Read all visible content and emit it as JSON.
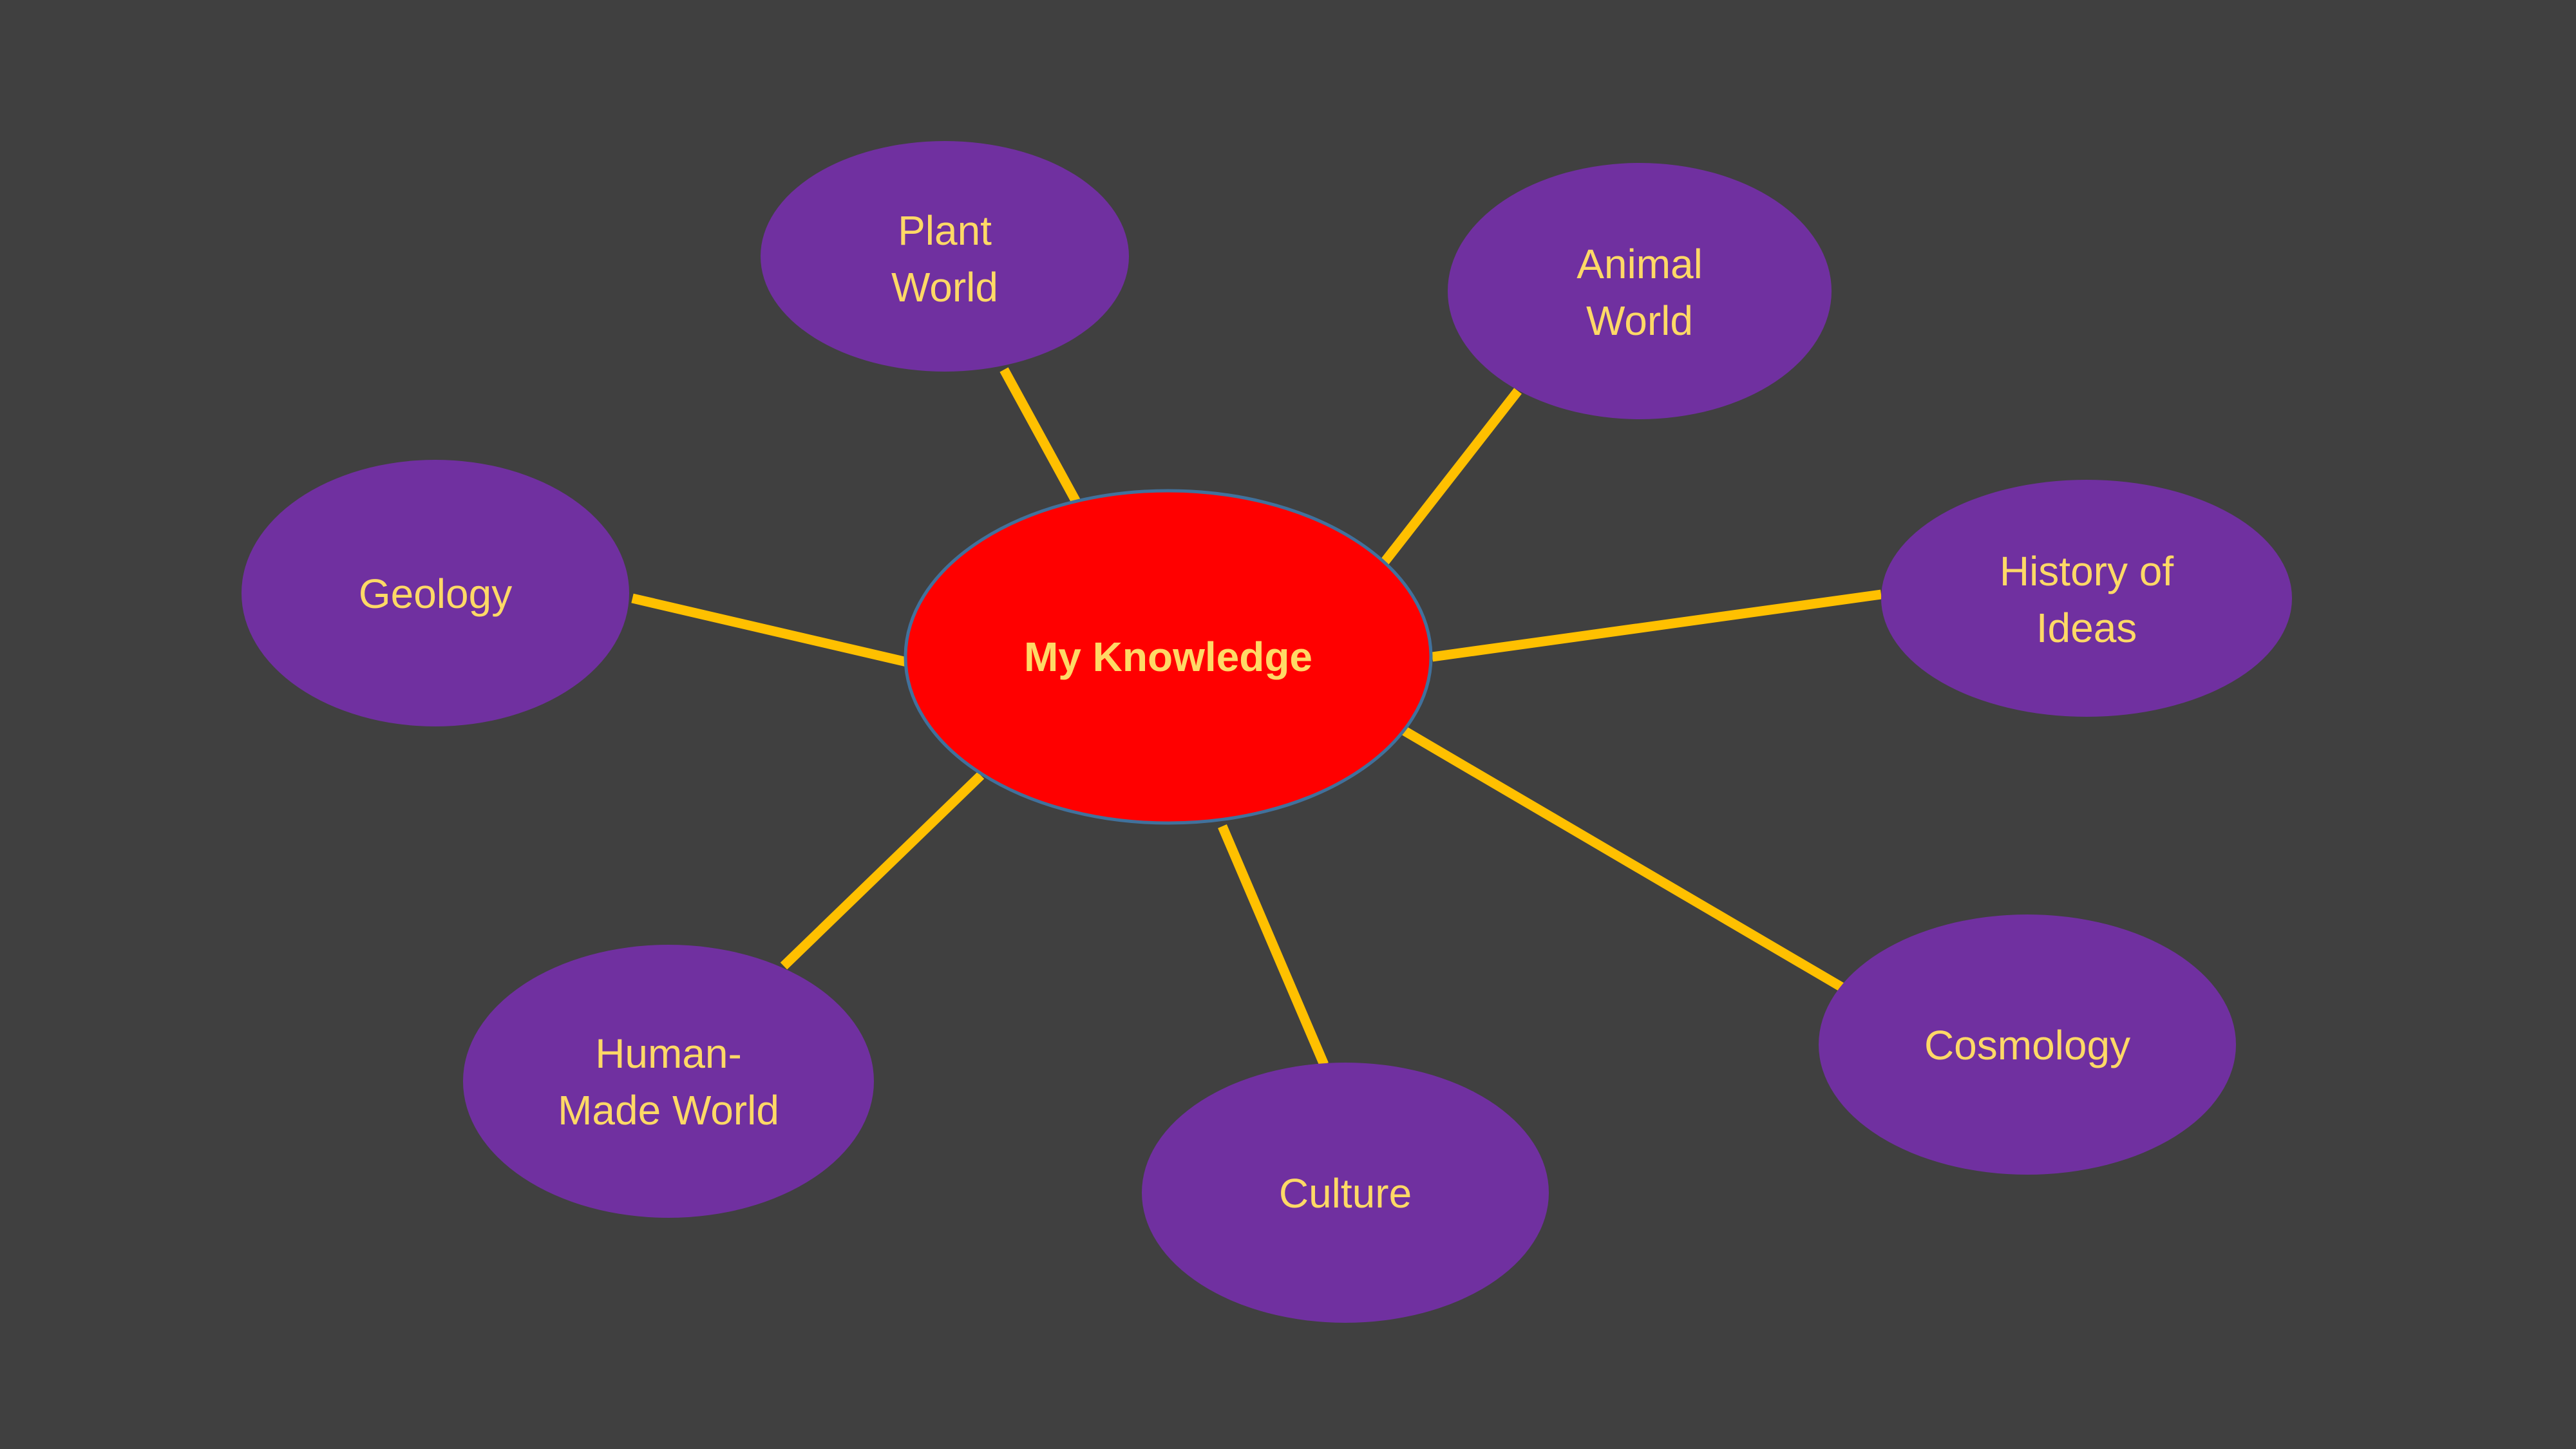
{
  "diagram": {
    "center": {
      "label": "My Knowledge"
    },
    "nodes": {
      "plant": {
        "line1": "Plant",
        "line2": "World"
      },
      "animal": {
        "line1": "Animal",
        "line2": "World"
      },
      "geology": {
        "line1": "Geology"
      },
      "history": {
        "line1": "History of",
        "line2": "Ideas"
      },
      "cosmology": {
        "line1": "Cosmology"
      },
      "culture": {
        "line1": "Culture"
      },
      "human": {
        "line1": "Human-",
        "line2": "Made World"
      }
    }
  },
  "colors": {
    "background": "#404040",
    "center_fill": "#FF0000",
    "node_fill": "#7030A0",
    "connector": "#FFC000",
    "text": "#FFD966"
  }
}
